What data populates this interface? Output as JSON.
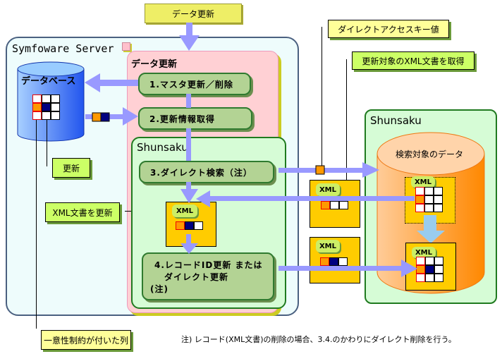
{
  "top_input": "データ更新",
  "symfoware": {
    "title": "Symfoware Server",
    "database_label": "データベース",
    "update_panel_title": "データ更新",
    "steps": [
      "1.マスタ更新／削除",
      "2.更新情報取得"
    ],
    "shunsaku_title": "Shunsaku",
    "shunsaku_steps": [
      "3.ダイレクト検索（注）",
      "4.レコードID更新 または",
      "ダイレクト更新",
      "(注)"
    ]
  },
  "callouts": {
    "update": "更新",
    "xml_update": "XML文書を更新",
    "unique_column": "一意性制約が付いた列",
    "direct_access_key": "ダイレクトアクセスキー値",
    "get_target_xml": "更新対象のXML文書を取得"
  },
  "shunsaku_remote": {
    "title": "Shunsaku",
    "search_data_label": "検索対象のデータ"
  },
  "xml_tag": "XML",
  "footnote": "注) レコード(XML文書)の削除の場合、3.4.のかわりにダイレクト削除を行う。",
  "colors": {
    "symfoware_bg": "#eefcfc",
    "symfoware_border": "#4a6080",
    "update_panel_bg": "#ffd0d4",
    "shunsaku_bg": "#d6fcd6",
    "shunsaku_border": "#1f7a1f",
    "arrow": "#9999ff",
    "step_bg": "#b3d394",
    "doc_yellow": "#ffcc00",
    "orange": "#ff9900",
    "navy": "#000080"
  }
}
